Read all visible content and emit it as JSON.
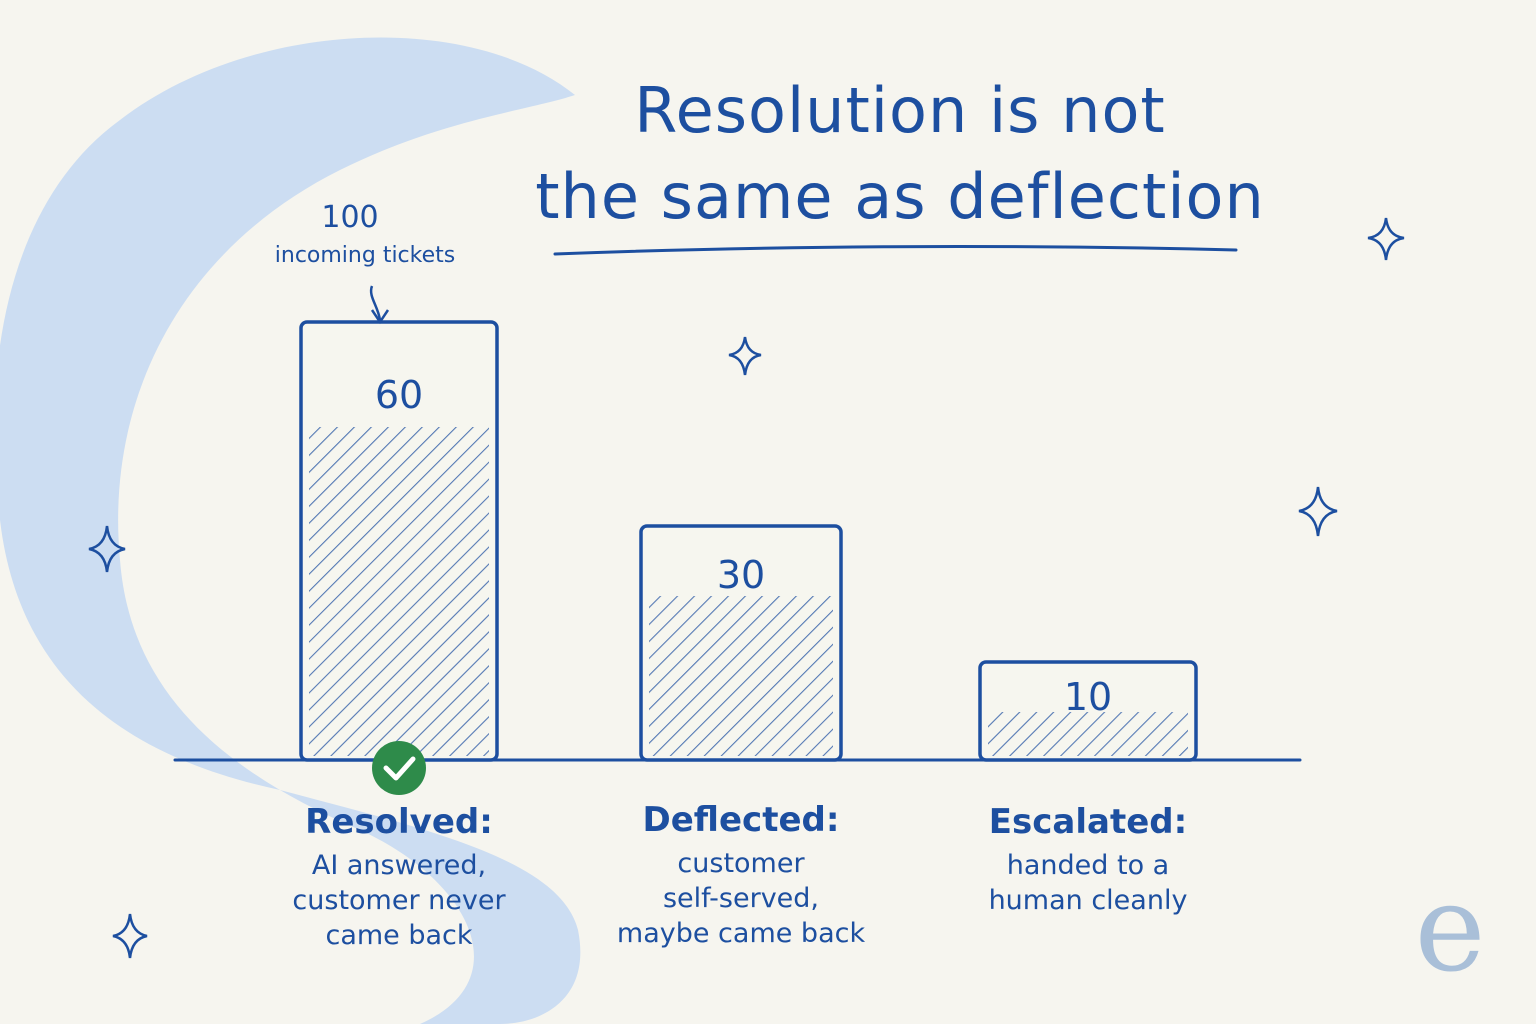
{
  "title_line1": "Resolution is not",
  "title_line2": "the same as deflection",
  "annotation": {
    "value": "100",
    "text": "incoming tickets"
  },
  "colors": {
    "ink": "#1d4fa0",
    "swoosh": "#c9dbf1",
    "check": "#2e8b4a",
    "background": "#f6f5ef"
  },
  "chart_data": {
    "type": "bar",
    "categories": [
      "Resolved:",
      "Deflected:",
      "Escalated:"
    ],
    "values": [
      60,
      30,
      10
    ],
    "descriptions": [
      [
        "AI answered,",
        "customer never",
        "came back"
      ],
      [
        "customer",
        "self-served,",
        "maybe came back"
      ],
      [
        "handed to a",
        "human cleanly"
      ]
    ],
    "total": 100,
    "fill_style": "hatched",
    "icons": [
      "check-icon",
      "",
      ""
    ]
  }
}
